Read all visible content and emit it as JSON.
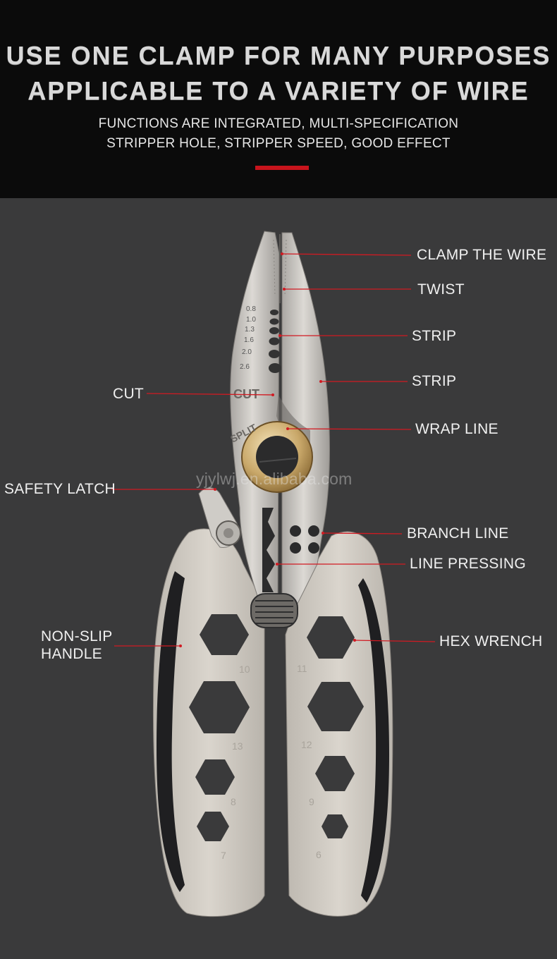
{
  "header": {
    "headline_line1": "USE ONE CLAMP FOR MANY PURPOSES",
    "headline_line2": "APPLICABLE TO A VARIETY OF WIRE",
    "subtitle_line1": "FUNCTIONS ARE INTEGRATED, MULTI-SPECIFICATION",
    "subtitle_line2": "STRIPPER HOLE, STRIPPER SPEED, GOOD EFFECT",
    "accent_color": "#c8141c"
  },
  "callouts": {
    "clamp_the_wire": "CLAMP THE WIRE",
    "twist": "TWIST",
    "strip_1": "STRIP",
    "strip_2": "STRIP",
    "cut": "CUT",
    "wrap_line": "WRAP LINE",
    "safety_latch": "SAFETY LATCH",
    "branch_line": "BRANCH LINE",
    "line_pressing": "LINE PRESSING",
    "non_slip_line1": "NON-SLIP",
    "non_slip_line2": "HANDLE",
    "hex_wrench": "HEX WRENCH"
  },
  "tool": {
    "strip_sizes": [
      "0.8",
      "1.0",
      "1.3",
      "1.6",
      "2.0",
      "2.6"
    ],
    "jaw_engraving_cut": "CUT",
    "jaw_engraving_split": "SPLIT",
    "left_handle_hex_sizes": [
      "10",
      "13",
      "8",
      "7"
    ],
    "right_handle_hex_sizes": [
      "11",
      "12",
      "9",
      "6"
    ],
    "colors": {
      "steel": "#c9c6c1",
      "handle": "#d0cbc3",
      "grip": "#1f1f21",
      "brass": "#c9a86a"
    }
  },
  "watermark": "yjylwj.en.alibaba.com"
}
